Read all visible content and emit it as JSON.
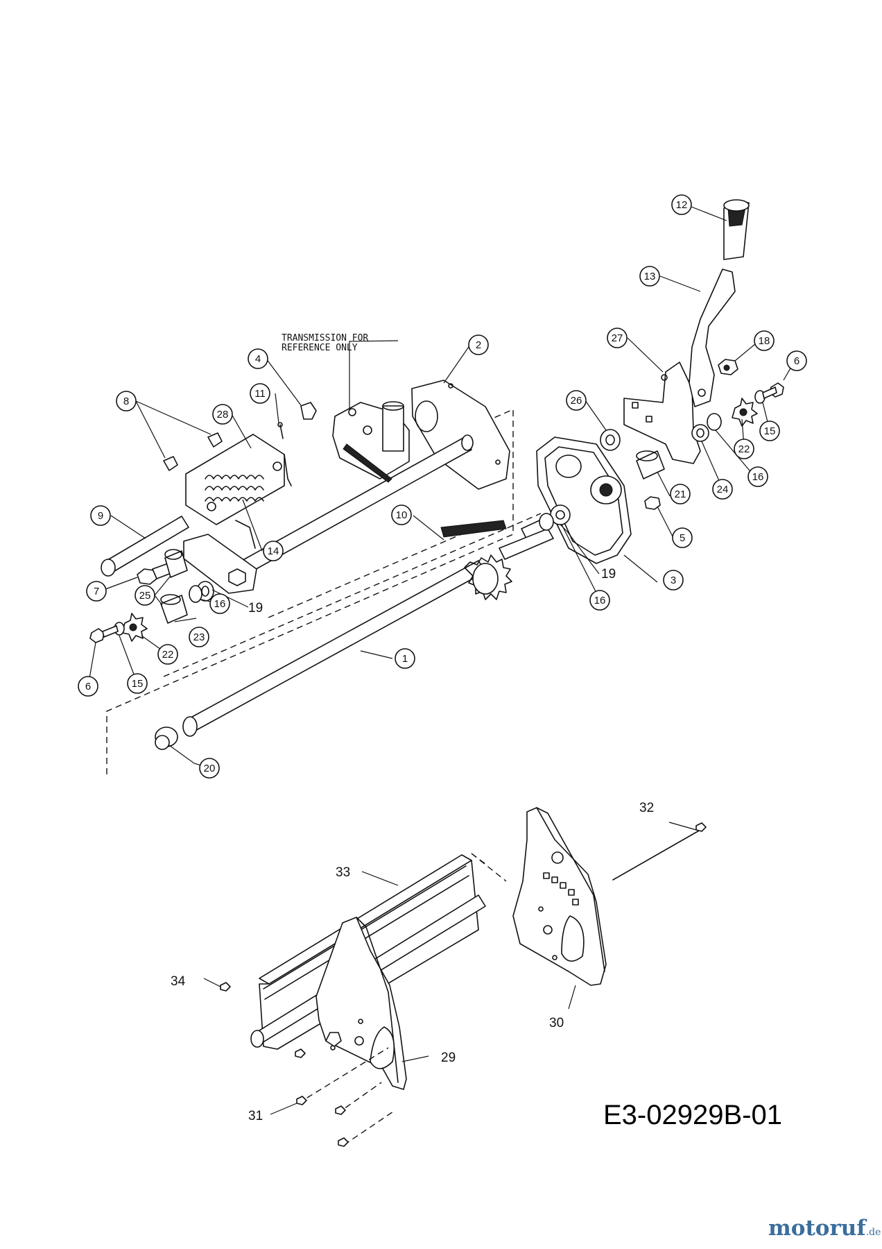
{
  "drawing": {
    "code": "E3-02929B-01",
    "note_line1": "TRANSMISSION FOR",
    "note_line2": "REFERENCE ONLY",
    "watermark": {
      "name": "motoruf",
      "tld": ".de"
    }
  },
  "callouts": [
    {
      "id": "c12a",
      "label": "12"
    },
    {
      "id": "c13a",
      "label": "13"
    },
    {
      "id": "c18a",
      "label": "18"
    },
    {
      "id": "c6a",
      "label": "6"
    },
    {
      "id": "c27a",
      "label": "27"
    },
    {
      "id": "c2a",
      "label": "2"
    },
    {
      "id": "c4a",
      "label": "4"
    },
    {
      "id": "c11a",
      "label": "11"
    },
    {
      "id": "c28a",
      "label": "28"
    },
    {
      "id": "c8a",
      "label": "8"
    },
    {
      "id": "c26a",
      "label": "26"
    },
    {
      "id": "c15a",
      "label": "15"
    },
    {
      "id": "c22a",
      "label": "22"
    },
    {
      "id": "c16a",
      "label": "16"
    },
    {
      "id": "c24a",
      "label": "24"
    },
    {
      "id": "c21a",
      "label": "21"
    },
    {
      "id": "c5a",
      "label": "5"
    },
    {
      "id": "c3a",
      "label": "3"
    },
    {
      "id": "c10a",
      "label": "10"
    },
    {
      "id": "c14a",
      "label": "14"
    },
    {
      "id": "c9a",
      "label": "9"
    },
    {
      "id": "c7a",
      "label": "7"
    },
    {
      "id": "c25a",
      "label": "25"
    },
    {
      "id": "c23a",
      "label": "23"
    },
    {
      "id": "c16b",
      "label": "16"
    },
    {
      "id": "c22b",
      "label": "22"
    },
    {
      "id": "c6b",
      "label": "6"
    },
    {
      "id": "c15b",
      "label": "15"
    },
    {
      "id": "c1a",
      "label": "1"
    },
    {
      "id": "c16c",
      "label": "16"
    },
    {
      "id": "c20a",
      "label": "20"
    }
  ],
  "plain_labels": [
    {
      "id": "p19a",
      "label": "19"
    },
    {
      "id": "p19b",
      "label": "19"
    },
    {
      "id": "p32",
      "label": "32"
    },
    {
      "id": "p33",
      "label": "33"
    },
    {
      "id": "p34",
      "label": "34"
    },
    {
      "id": "p30",
      "label": "30"
    },
    {
      "id": "p29",
      "label": "29"
    },
    {
      "id": "p31",
      "label": "31"
    }
  ],
  "colors": {
    "brand_blue": "#3a6e9c",
    "brand_green": "#7aa84a",
    "line": "#111111"
  }
}
